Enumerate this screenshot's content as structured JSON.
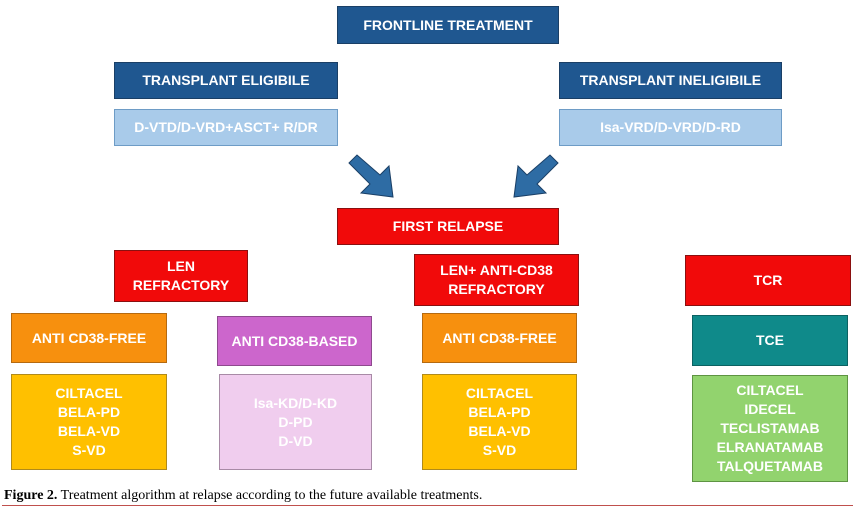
{
  "frontline": {
    "title": "FRONTLINE TREATMENT"
  },
  "eligible": {
    "title": "TRANSPLANT ELIGIBILE",
    "regimen": "D-VTD/D-VRD+ASCT+ R/DR"
  },
  "ineligible": {
    "title": "TRANSPLANT INELIGIBILE",
    "regimen": "Isa-VRD/D-VRD/D-RD"
  },
  "first_relapse": {
    "title": "FIRST RELAPSE"
  },
  "len_refractory": {
    "title": [
      "LEN",
      "REFRACTORY"
    ],
    "anti_cd38_free": {
      "label": "ANTI CD38-FREE",
      "options": [
        "CILTACEL",
        "BELA-PD",
        "BELA-VD",
        "S-VD"
      ]
    },
    "anti_cd38_based": {
      "label": "ANTI CD38-BASED",
      "options": [
        "Isa-KD/D-KD",
        "D-PD",
        "D-VD"
      ]
    }
  },
  "len_anti_cd38_refractory": {
    "title": [
      "LEN+ ANTI-CD38",
      "REFRACTORY"
    ],
    "anti_cd38_free": {
      "label": "ANTI CD38-FREE",
      "options": [
        "CILTACEL",
        "BELA-PD",
        "BELA-VD",
        "S-VD"
      ]
    }
  },
  "tcr": {
    "title": "TCR",
    "tce": {
      "label": "TCE",
      "options": [
        "CILTACEL",
        "IDECEL",
        "TECLISTAMAB",
        "ELRANATAMAB",
        "TALQUETAMAB"
      ]
    }
  },
  "caption": {
    "label": "Figure 2.",
    "text": " Treatment algorithm at relapse according to the future available treatments."
  },
  "colors": {
    "navy": "#1f5790",
    "light_blue": "#a9cbea",
    "red": "#f10a0a",
    "orange": "#f7900e",
    "amber": "#ffc000",
    "violet": "#cc66cc",
    "light_pink": "#f0cdee",
    "teal": "#0f8a8a",
    "green": "#92d36e"
  }
}
